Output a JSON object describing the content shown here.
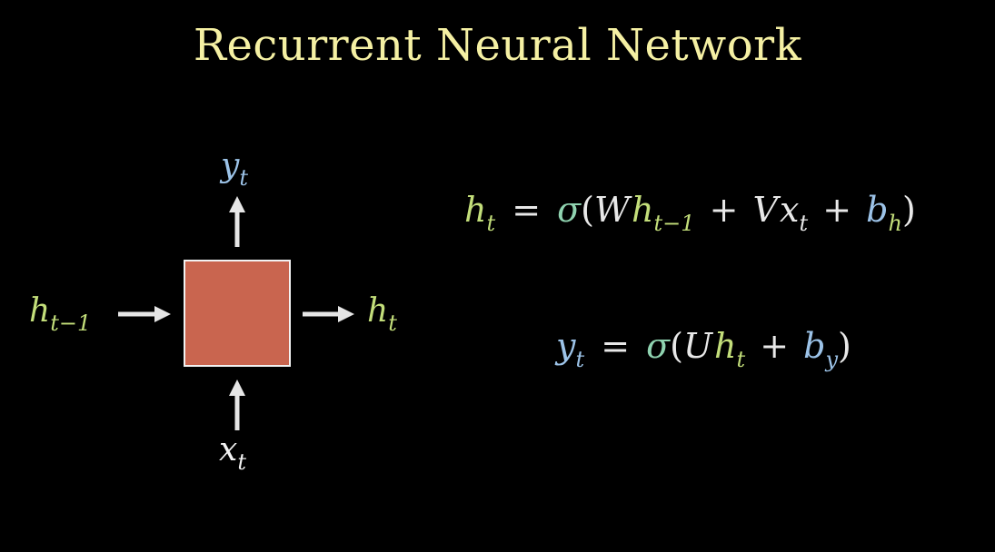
{
  "title": "Recurrent Neural Network",
  "colors": {
    "title": "#f5f0a3",
    "h": "#c3de7a",
    "y": "#9cc3e8",
    "x": "#f2f2f2",
    "sigma": "#8fd3b0",
    "W": "#e8e8e8",
    "V": "#e8e8e8",
    "U": "#e8e8e8",
    "b": "#9cc3e8",
    "cell_fill": "#c9654f",
    "arrow": "#e6e6e6"
  },
  "diagram": {
    "input_prev_hidden": {
      "base": "h",
      "sub": "t−1"
    },
    "output_hidden": {
      "base": "h",
      "sub": "t"
    },
    "output_y": {
      "base": "y",
      "sub": "t"
    },
    "input_x": {
      "base": "x",
      "sub": "t"
    }
  },
  "equations": {
    "hidden": {
      "lhs_base": "h",
      "lhs_sub": "t",
      "equals": "=",
      "sigma": "σ",
      "open": "(",
      "close": ")",
      "W": "W",
      "h_base": "h",
      "h_sub": "t−1",
      "plus1": "+",
      "V": "V",
      "x_base": "x",
      "x_sub": "t",
      "plus2": "+",
      "b_base": "b",
      "b_sub": "h"
    },
    "output": {
      "lhs_base": "y",
      "lhs_sub": "t",
      "equals": "=",
      "sigma": "σ",
      "open": "(",
      "close": ")",
      "U": "U",
      "h_base": "h",
      "h_sub": "t",
      "plus": "+",
      "b_base": "b",
      "b_sub": "y"
    }
  }
}
